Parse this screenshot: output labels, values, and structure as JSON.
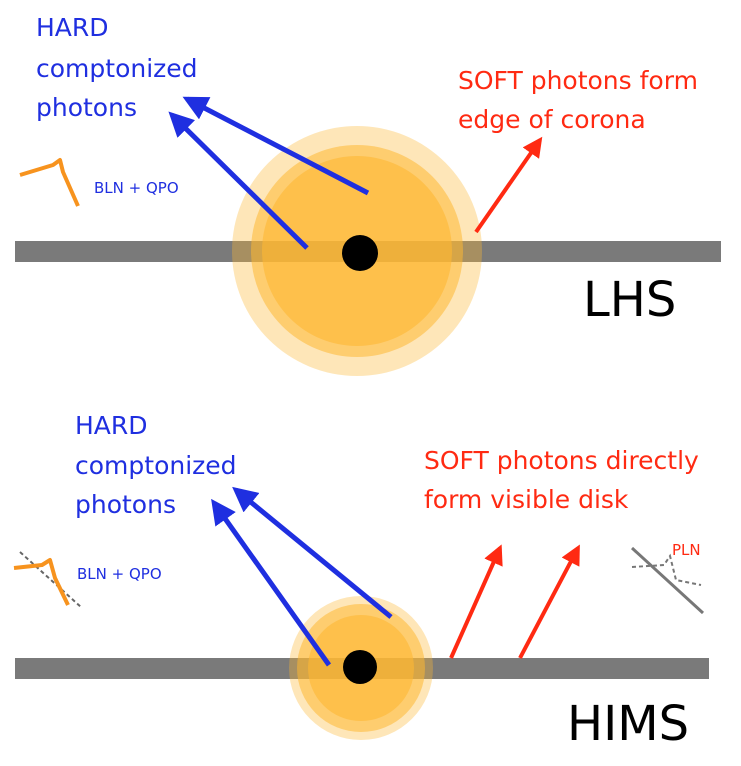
{
  "colors": {
    "hard_arrow": "#1f2fe0",
    "soft_arrow": "#ff2a12",
    "disk": "#7a7a7a",
    "corona": "#fdb833",
    "black_hole": "#000000",
    "pds_line": "#f7931e"
  },
  "lhs": {
    "hard_label": [
      "HARD",
      "comptonized",
      "photons"
    ],
    "soft_label": [
      "SOFT photons form",
      "edge of corona"
    ],
    "pds_label": "BLN + QPO",
    "state_label": "LHS"
  },
  "hims": {
    "hard_label": [
      "HARD",
      "comptonized",
      "photons"
    ],
    "soft_label": [
      "SOFT photons directly",
      "form visible disk"
    ],
    "pds_left_label": "BLN + QPO",
    "pds_right_label": "PLN",
    "state_label": "HIMS"
  }
}
